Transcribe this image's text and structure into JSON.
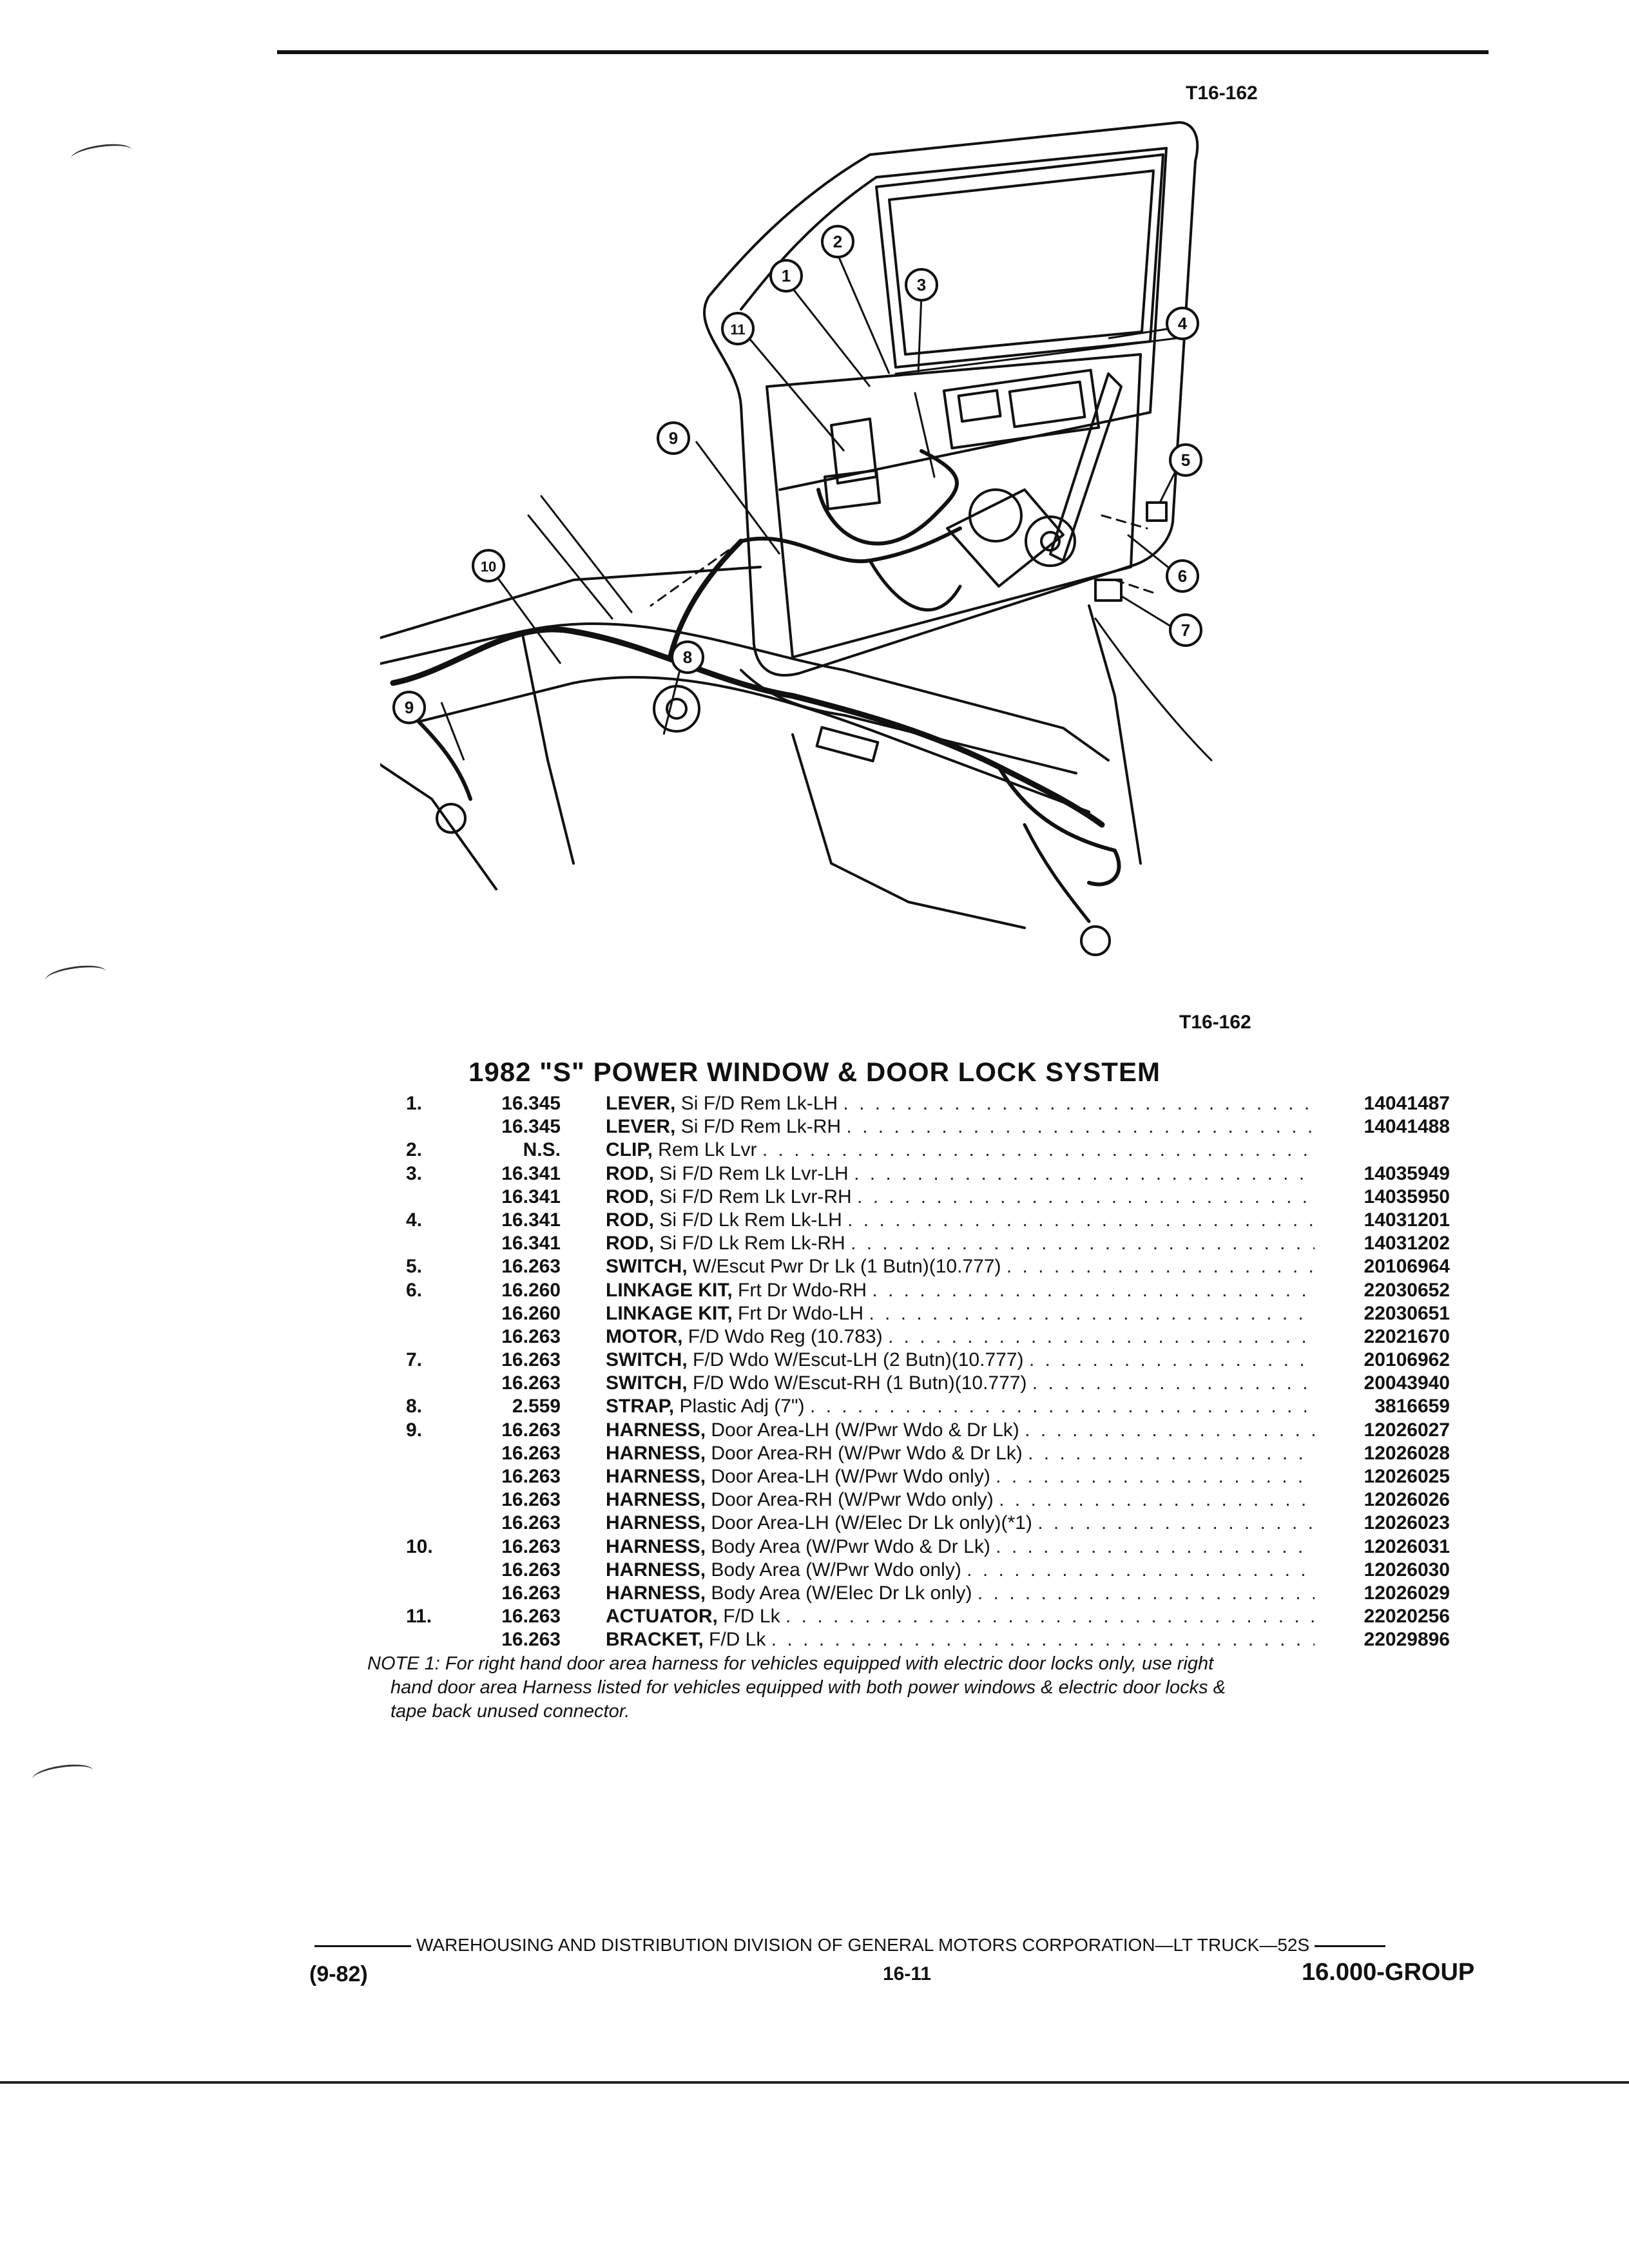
{
  "ref_codes": {
    "top": "T16-162",
    "bottom": "T16-162"
  },
  "callouts": [
    "1",
    "2",
    "3",
    "4",
    "5",
    "6",
    "7",
    "8",
    "9",
    "10",
    "11",
    "9"
  ],
  "title": "1982 \"S\" POWER WINDOW & DOOR LOCK SYSTEM",
  "parts": [
    {
      "item": "1.",
      "group": "16.345",
      "name": "LEVER,",
      "desc": "Si F/D Rem Lk-LH",
      "part": "14041487"
    },
    {
      "item": "",
      "group": "16.345",
      "name": "LEVER,",
      "desc": "Si F/D Rem Lk-RH",
      "part": "14041488"
    },
    {
      "item": "2.",
      "group": "N.S.",
      "name": "CLIP,",
      "desc": "Rem Lk Lvr",
      "part": ""
    },
    {
      "item": "3.",
      "group": "16.341",
      "name": "ROD,",
      "desc": "Si F/D Rem Lk Lvr-LH",
      "part": "14035949"
    },
    {
      "item": "",
      "group": "16.341",
      "name": "ROD,",
      "desc": "Si F/D Rem Lk Lvr-RH",
      "part": "14035950"
    },
    {
      "item": "4.",
      "group": "16.341",
      "name": "ROD,",
      "desc": "Si F/D Lk Rem Lk-LH",
      "part": "14031201"
    },
    {
      "item": "",
      "group": "16.341",
      "name": "ROD,",
      "desc": "Si F/D Lk Rem Lk-RH",
      "part": "14031202"
    },
    {
      "item": "5.",
      "group": "16.263",
      "name": "SWITCH,",
      "desc": "W/Escut Pwr Dr Lk (1 Butn)(10.777)",
      "part": "20106964"
    },
    {
      "item": "6.",
      "group": "16.260",
      "name": "LINKAGE KIT,",
      "desc": "Frt Dr Wdo-RH",
      "part": "22030652"
    },
    {
      "item": "",
      "group": "16.260",
      "name": "LINKAGE KIT,",
      "desc": "Frt Dr Wdo-LH",
      "part": "22030651"
    },
    {
      "item": "",
      "group": "16.263",
      "name": "MOTOR,",
      "desc": "F/D Wdo Reg (10.783)",
      "part": "22021670"
    },
    {
      "item": "7.",
      "group": "16.263",
      "name": "SWITCH,",
      "desc": "F/D Wdo W/Escut-LH (2 Butn)(10.777)",
      "part": "20106962"
    },
    {
      "item": "",
      "group": "16.263",
      "name": "SWITCH,",
      "desc": "F/D Wdo W/Escut-RH (1 Butn)(10.777)",
      "part": "20043940"
    },
    {
      "item": "8.",
      "group": "2.559",
      "name": "STRAP,",
      "desc": "Plastic Adj (7\")",
      "part": "3816659"
    },
    {
      "item": "9.",
      "group": "16.263",
      "name": "HARNESS,",
      "desc": "Door Area-LH (W/Pwr Wdo & Dr Lk)",
      "part": "12026027"
    },
    {
      "item": "",
      "group": "16.263",
      "name": "HARNESS,",
      "desc": "Door Area-RH (W/Pwr Wdo & Dr Lk)",
      "part": "12026028"
    },
    {
      "item": "",
      "group": "16.263",
      "name": "HARNESS,",
      "desc": "Door Area-LH (W/Pwr Wdo only)",
      "part": "12026025"
    },
    {
      "item": "",
      "group": "16.263",
      "name": "HARNESS,",
      "desc": "Door Area-RH (W/Pwr Wdo only)",
      "part": "12026026"
    },
    {
      "item": "",
      "group": "16.263",
      "name": "HARNESS,",
      "desc": "Door Area-LH (W/Elec Dr Lk only)(*1)",
      "part": "12026023"
    },
    {
      "item": "10.",
      "group": "16.263",
      "name": "HARNESS,",
      "desc": "Body Area (W/Pwr Wdo & Dr Lk)",
      "part": "12026031"
    },
    {
      "item": "",
      "group": "16.263",
      "name": "HARNESS,",
      "desc": "Body Area (W/Pwr Wdo only)",
      "part": "12026030"
    },
    {
      "item": "",
      "group": "16.263",
      "name": "HARNESS,",
      "desc": "Body Area (W/Elec Dr Lk only)",
      "part": "12026029"
    },
    {
      "item": "11.",
      "group": "16.263",
      "name": "ACTUATOR,",
      "desc": "F/D Lk",
      "part": "22020256"
    },
    {
      "item": "",
      "group": "16.263",
      "name": "BRACKET,",
      "desc": "F/D Lk",
      "part": "22029896"
    }
  ],
  "note": {
    "line1": "NOTE 1: For right hand door area harness for vehicles equipped with electric door locks only, use right",
    "line2": "hand door area Harness listed for vehicles equipped with both power windows & electric door locks &",
    "line3": "tape back unused connector."
  },
  "footer": {
    "publisher": "WAREHOUSING AND DISTRIBUTION  DIVISION OF GENERAL MOTORS CORPORATION—LT TRUCK—52S",
    "date": "(9-82)",
    "page": "16-11",
    "group": "16.000-GROUP"
  }
}
